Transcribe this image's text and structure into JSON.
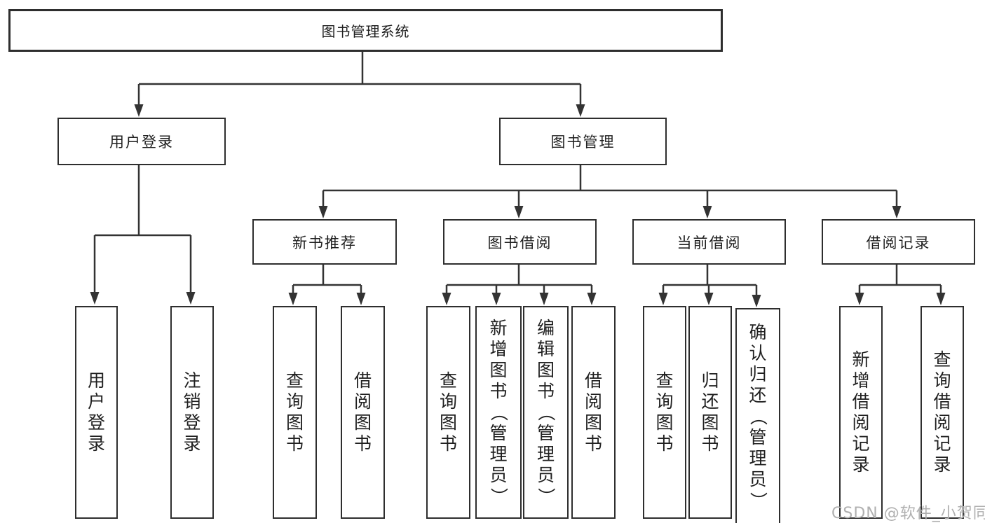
{
  "diagram": {
    "root": {
      "label": "图书管理系统"
    },
    "branches": [
      {
        "label": "用户登录",
        "leaves": [
          {
            "label": "用户登录"
          },
          {
            "label": "注销登录"
          }
        ]
      },
      {
        "label": "图书管理",
        "groups": [
          {
            "label": "新书推荐",
            "leaves": [
              {
                "label": "查询图书"
              },
              {
                "label": "借阅图书"
              }
            ]
          },
          {
            "label": "图书借阅",
            "leaves": [
              {
                "label": "查询图书"
              },
              {
                "label": "新增图书（管理员）"
              },
              {
                "label": "编辑图书（管理员）"
              },
              {
                "label": "借阅图书"
              }
            ]
          },
          {
            "label": "当前借阅",
            "leaves": [
              {
                "label": "查询图书"
              },
              {
                "label": "归还图书"
              },
              {
                "label": "确认归还（管理员）"
              }
            ]
          },
          {
            "label": "借阅记录",
            "leaves": [
              {
                "label": "新增借阅记录"
              },
              {
                "label": "查询借阅记录"
              }
            ]
          }
        ]
      }
    ]
  },
  "watermark": {
    "text": "CSDN @软件_小贺同学"
  },
  "colors": {
    "line": "#333333",
    "border": "#2e2e2e",
    "text": "#1f1f1f",
    "background": "#ffffff",
    "watermark": "#b0b0b0"
  }
}
